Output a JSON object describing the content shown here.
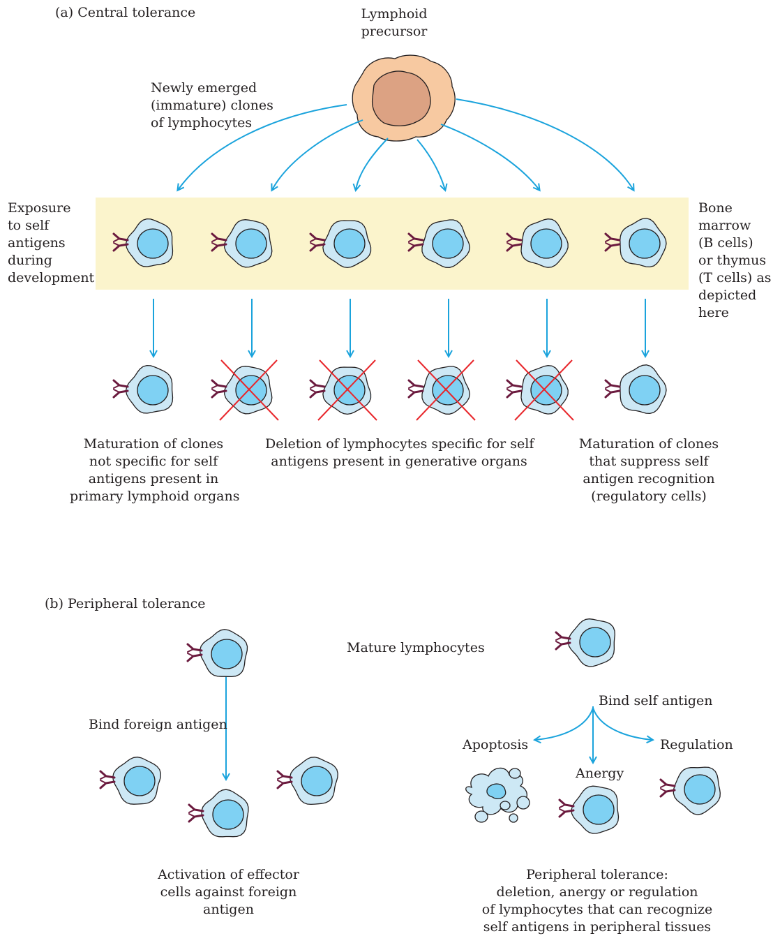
{
  "central": {
    "heading": "(a) Central tolerance",
    "precursor_label": [
      "Lymphoid",
      "precursor"
    ],
    "emerged_label": [
      "Newly emerged",
      "(immature) clones",
      "of lymphocytes"
    ],
    "exposure_label": [
      "Exposure",
      "to self",
      "antigens",
      "during",
      "development"
    ],
    "organ_label": [
      "Bone",
      "marrow",
      "(B cells)",
      "or thymus",
      "(T cells) as",
      "depicted",
      "here"
    ],
    "maturation_label": [
      "Maturation of clones",
      "not specific for self",
      "antigens present in",
      "primary lymphoid organs"
    ],
    "deletion_label": [
      "Deletion of lymphocytes specific for self",
      "antigens present in generative organs"
    ],
    "regulatory_label": [
      "Maturation of clones",
      "that suppress self",
      "antigen recognition",
      "(regulatory cells)"
    ]
  },
  "peripheral": {
    "heading": "(b) Peripheral tolerance",
    "mature_label": "Mature lymphocytes",
    "bind_foreign_label": "Bind foreign antigen",
    "bind_self_label": "Bind self antigen",
    "apoptosis_label": "Apoptosis",
    "anergy_label": "Anergy",
    "regulation_label": "Regulation",
    "activation_label": [
      "Activation of effector",
      "cells against foreign",
      "antigen"
    ],
    "tolerance_label": [
      "Peripheral tolerance:",
      "deletion, anergy or regulation",
      "of lymphocytes that can recognize",
      "self antigens in peripheral tissues"
    ]
  },
  "colors": {
    "arrow": "#1aa3dc",
    "cell_outer": "#cde8f5",
    "cell_nucleus": "#7fd1f3",
    "receptor": "#6b1a3e",
    "deletion_x": "#e8262b",
    "band": "#fbf4cc",
    "precursor_outer": "#f7c9a1",
    "precursor_nucleus": "#dca283"
  }
}
